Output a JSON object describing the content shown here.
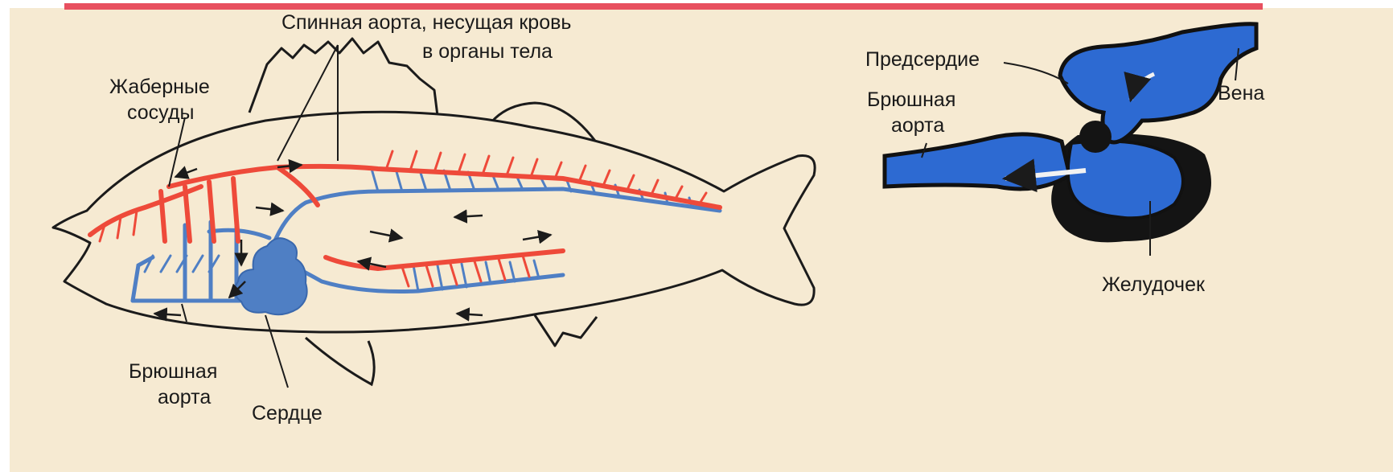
{
  "fish": {
    "labels": {
      "dorsal_aorta_line1": "Спинная аорта, несущая кровь",
      "dorsal_aorta_line2": "в органы тела",
      "gill_vessels_line1": "Жаберные",
      "gill_vessels_line2": "сосуды",
      "ventral_aorta_line1": "Брюшная",
      "ventral_aorta_line2": "аорта",
      "heart": "Сердце"
    }
  },
  "heart_detail": {
    "labels": {
      "atrium": "Предсердие",
      "ventral_aorta_line1": "Брюшная",
      "ventral_aorta_line2": "аорта",
      "vein": "Вена",
      "ventricle": "Желудочек"
    }
  },
  "colors": {
    "background": "#f6ead2",
    "top_band": "#e8505f",
    "arterial": "#ee4a3a",
    "venous": "#4f7fc4",
    "heart_blue": "#2d6ad2",
    "outline": "#1b1b1b"
  }
}
